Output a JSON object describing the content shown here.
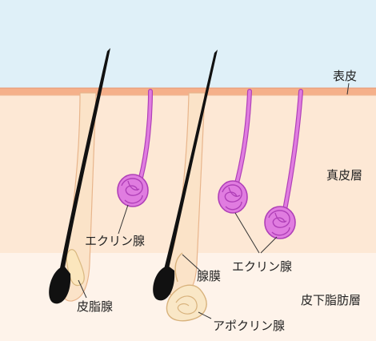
{
  "labels": {
    "epidermis": "表皮",
    "dermis": "真皮層",
    "subcutaneous": "皮下脂肪層",
    "eccrine_left": "エクリン腺",
    "eccrine_right": "エクリン腺",
    "sebaceous": "皮脂腺",
    "gland_membrane": "腺膜",
    "apocrine": "アポクリン腺"
  },
  "colors": {
    "sky": "#dff0f8",
    "epidermis": "#f5b08a",
    "dermis": "#fde8d5",
    "subcutaneous": "#fef3ea",
    "hair": "#111111",
    "gland": "#e07ce0",
    "gland_dark": "#b040b8",
    "sebaceous": "#fbe6bd",
    "leader": "#333333"
  }
}
